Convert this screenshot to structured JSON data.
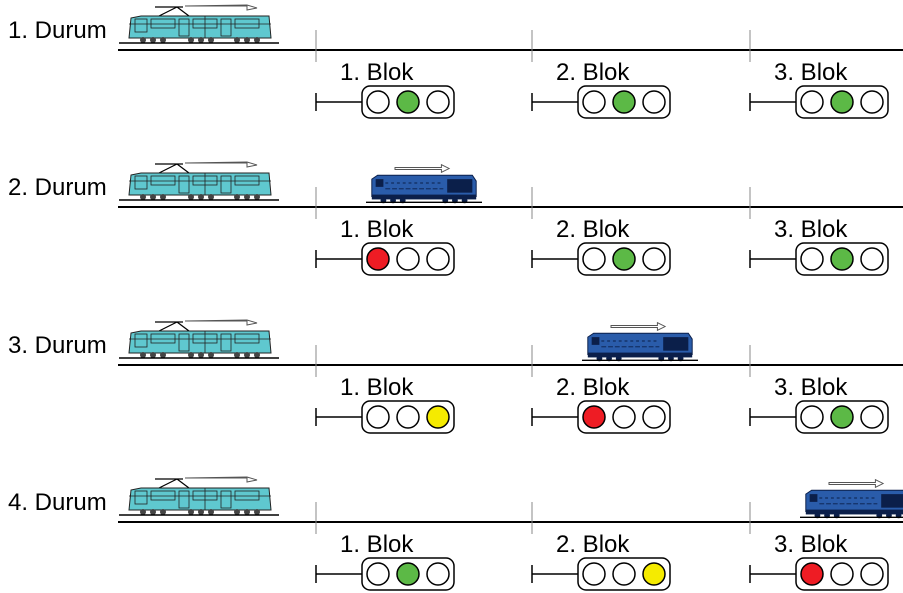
{
  "states": [
    {
      "label": "1. Durum",
      "locomotive_block": null,
      "blocks": [
        {
          "label": "1. Blok",
          "signal": "green"
        },
        {
          "label": "2. Blok",
          "signal": "green"
        },
        {
          "label": "3. Blok",
          "signal": "green"
        }
      ]
    },
    {
      "label": "2. Durum",
      "locomotive_block": 1,
      "blocks": [
        {
          "label": "1. Blok",
          "signal": "red"
        },
        {
          "label": "2. Blok",
          "signal": "green"
        },
        {
          "label": "3. Blok",
          "signal": "green"
        }
      ]
    },
    {
      "label": "3. Durum",
      "locomotive_block": 2,
      "blocks": [
        {
          "label": "1. Blok",
          "signal": "yellow"
        },
        {
          "label": "2. Blok",
          "signal": "red"
        },
        {
          "label": "3. Blok",
          "signal": "green"
        }
      ]
    },
    {
      "label": "4. Durum",
      "locomotive_block": 3,
      "blocks": [
        {
          "label": "1. Blok",
          "signal": "green"
        },
        {
          "label": "2. Blok",
          "signal": "yellow"
        },
        {
          "label": "3. Blok",
          "signal": "red"
        }
      ]
    }
  ],
  "colors": {
    "red": "#ee1c24",
    "green": "#5cb946",
    "yellow": "#f5eb00",
    "tram": "#5fc8cf",
    "locomotive": "#2a5caa"
  }
}
